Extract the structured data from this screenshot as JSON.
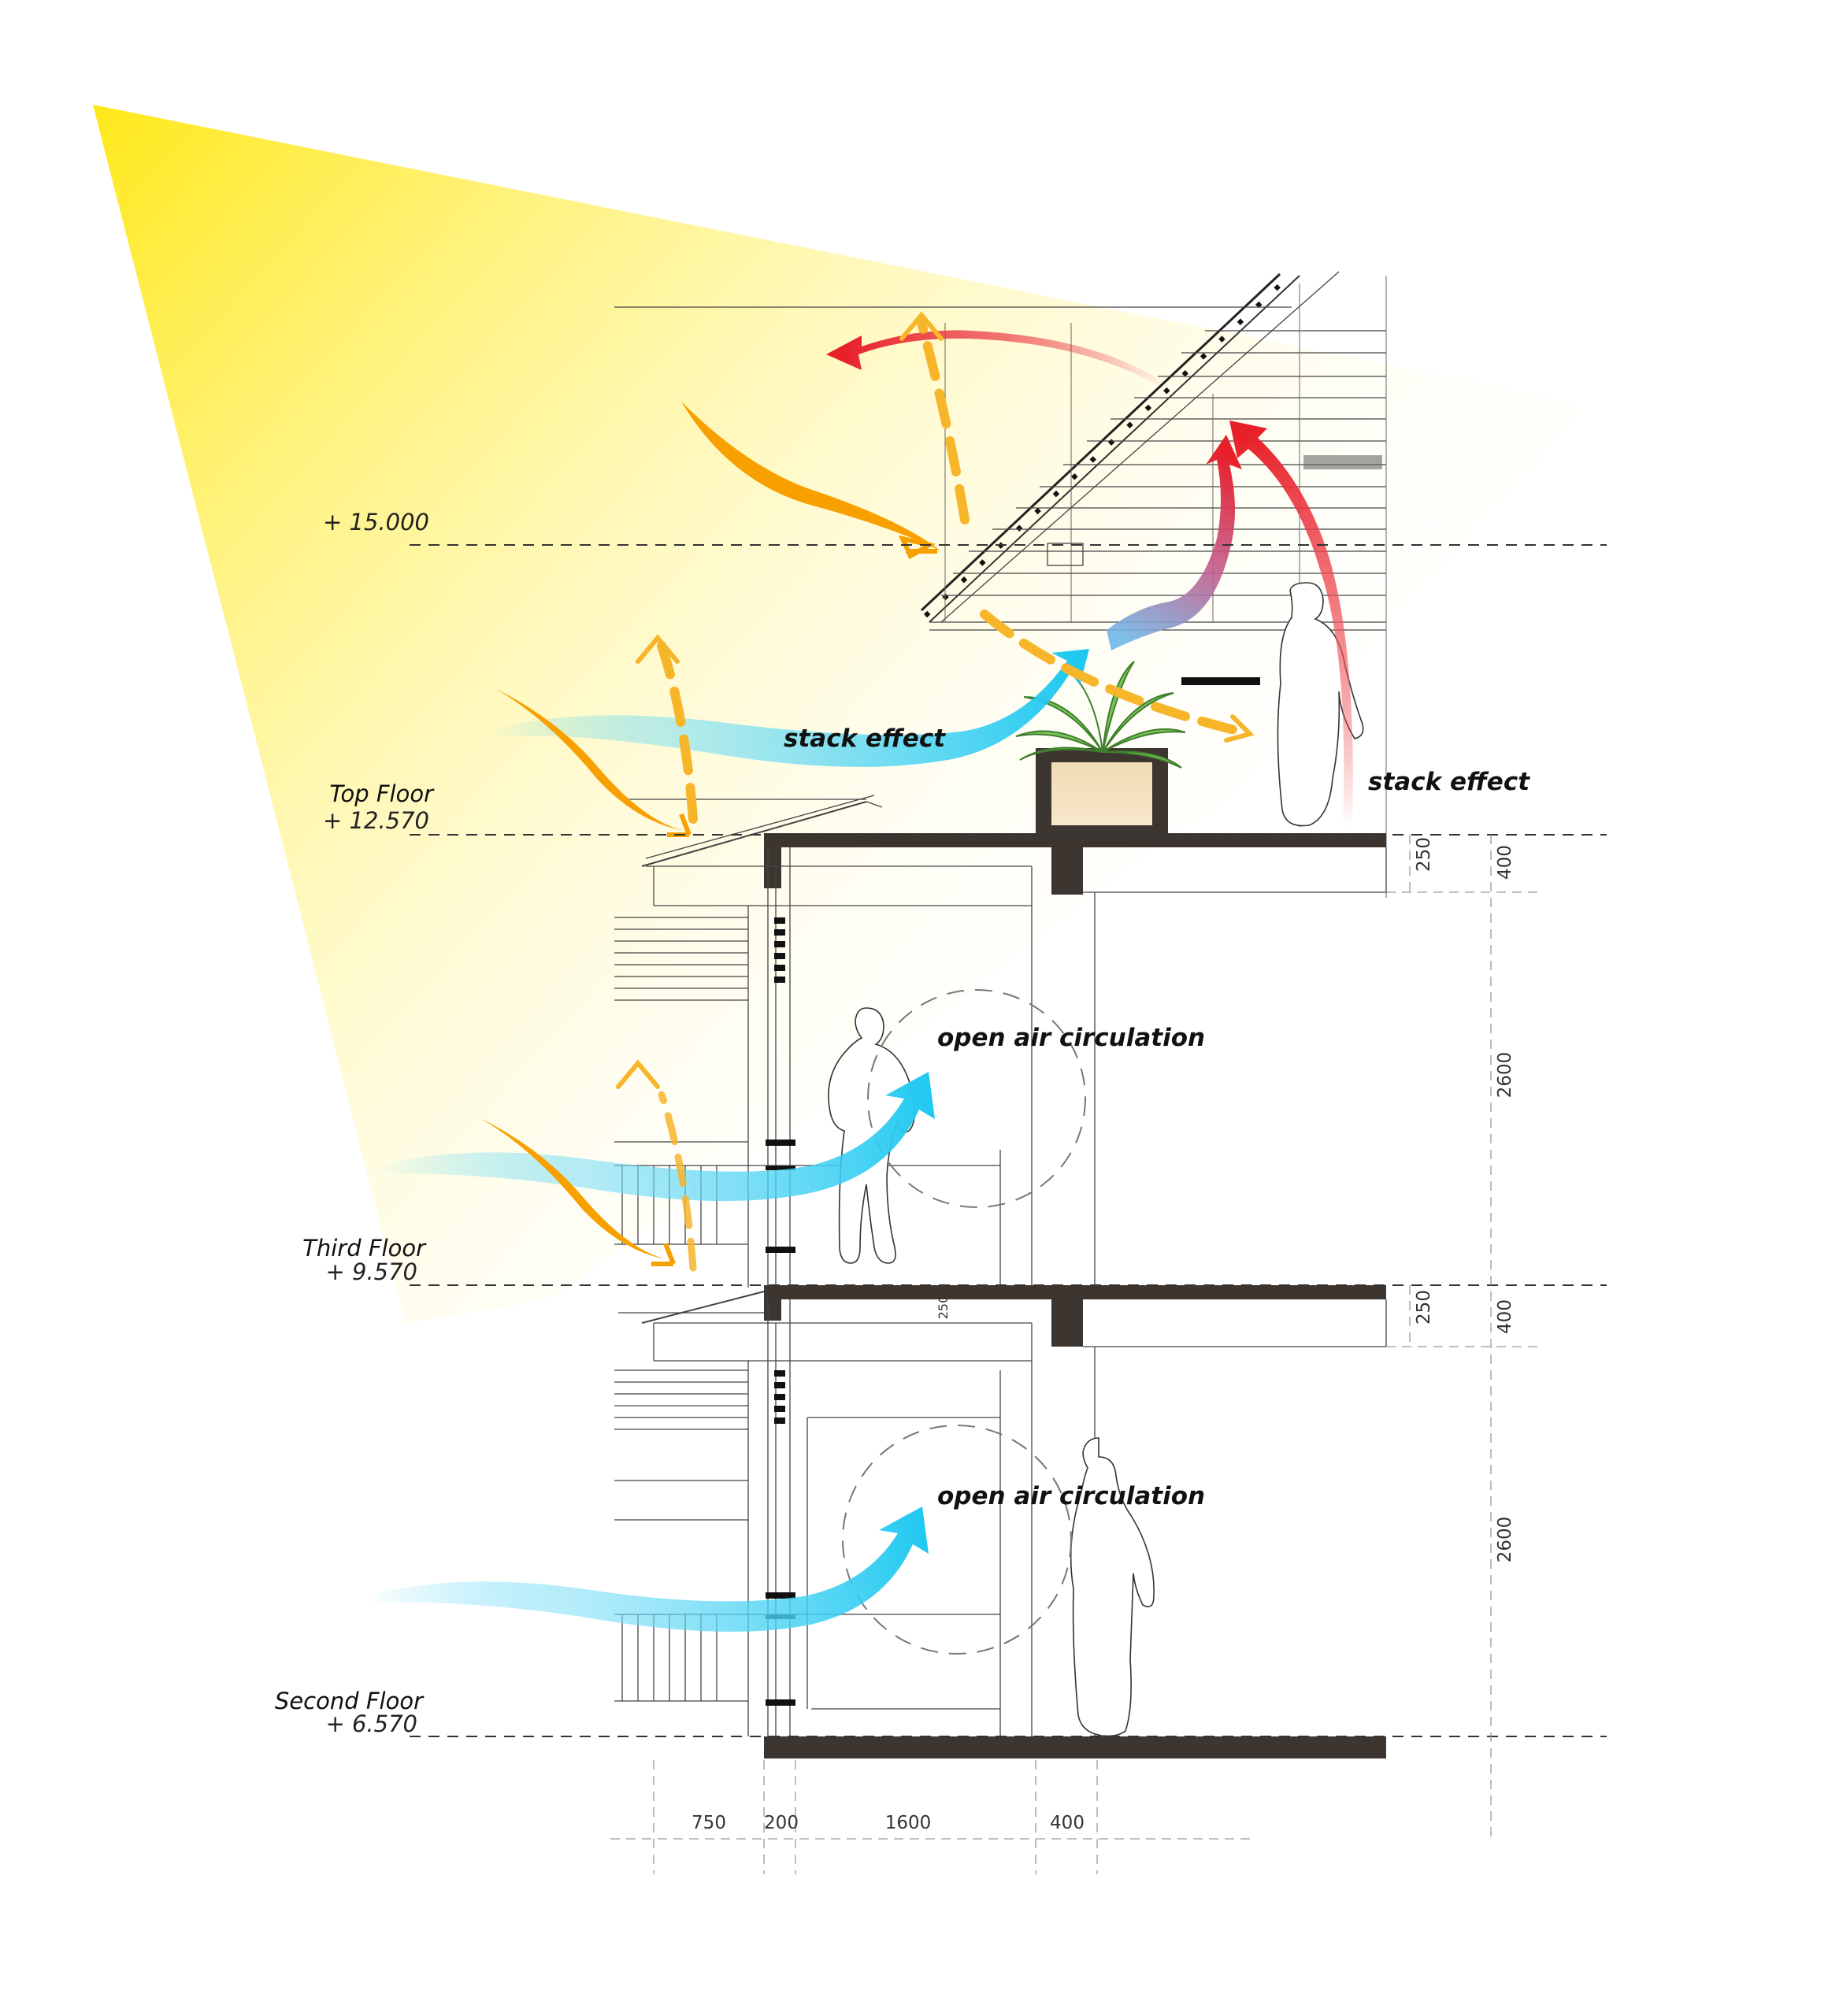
{
  "levels": [
    {
      "name": "",
      "elevation": "+ 15.000"
    },
    {
      "name": "Top Floor",
      "elevation": "+ 12.570"
    },
    {
      "name": "Third Floor",
      "elevation": "+ 9.570"
    },
    {
      "name": "Second Floor",
      "elevation": "+ 6.570"
    }
  ],
  "annotations": {
    "stack_effect_left": "stack effect",
    "stack_effect_right": "stack effect",
    "open_air_upper": "open air circulation",
    "open_air_lower": "open air circulation"
  },
  "dimensions": {
    "horizontal": [
      "750",
      "200",
      "1600",
      "400"
    ],
    "vertical_top": [
      "250",
      "400",
      "2600"
    ],
    "vertical_mid": [
      "250",
      "400",
      "2600"
    ],
    "slab_label": "250"
  },
  "colors": {
    "sun": "#ffe600",
    "warm_air": "#e8202a",
    "cool_air": "#1ec8f0",
    "sun_ray": "#f7a000",
    "slab": "#3d352f",
    "plant": "#7cc35a"
  }
}
